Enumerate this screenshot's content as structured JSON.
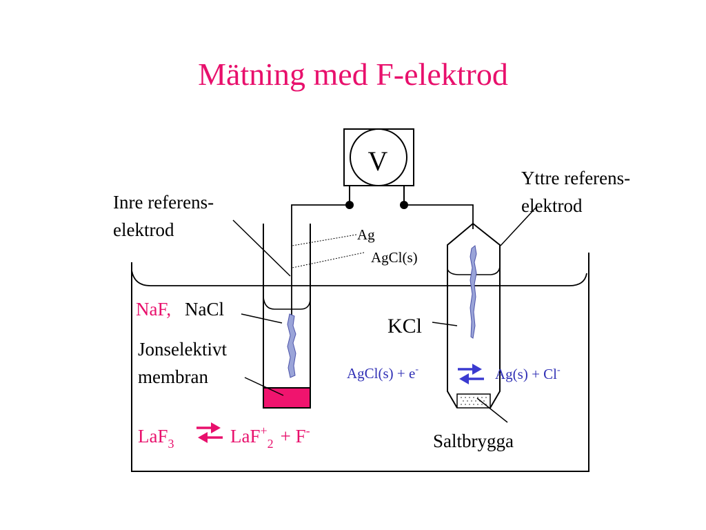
{
  "title": "Mätning med F-elektrod",
  "colors": {
    "title": "#e8106c",
    "magenta": "#e8106c",
    "blue_text": "#2f2fb5",
    "blue_arrow": "#3a3ad0",
    "wire": "#000000",
    "membrane_fill": "#f0146e",
    "silver_wire": "#9aa4d8"
  },
  "meter": {
    "label": "V"
  },
  "labels": {
    "inner_ref_line1": "Inre referens-",
    "inner_ref_line2": "elektrod",
    "outer_ref_line1": "Yttre referens-",
    "outer_ref_line2": "elektrod",
    "ag": "Ag",
    "agcl": "AgCl(s)",
    "naf": "NaF,",
    "nacl": "NaCl",
    "membrane_line1": "Jonselektivt",
    "membrane_line2": "membran",
    "kcl": "KCl",
    "saltbridge": "Saltbrygga"
  },
  "reactions": {
    "laf3": "LaF",
    "laf3_sub": "3",
    "laf2": "LaF",
    "laf2_sup": "+",
    "laf2_sub": "2",
    "plus_f": "+ F",
    "f_sup": "-",
    "agcl_e": "AgCl(s) + e",
    "e_sup": "-",
    "ag_cl": "Ag(s) + Cl",
    "cl_sup": "-"
  }
}
